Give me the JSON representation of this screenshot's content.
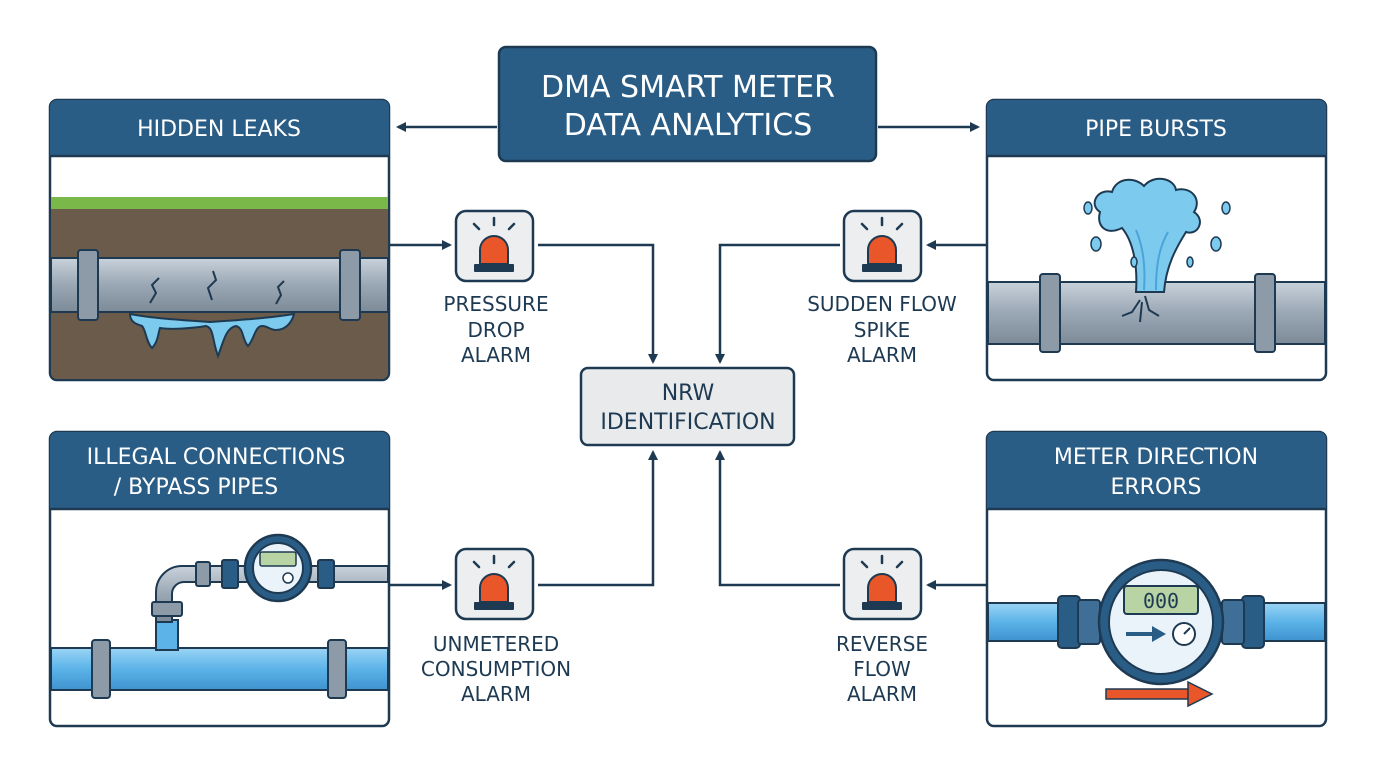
{
  "title": [
    "DMA SMART METER",
    "DATA ANALYTICS"
  ],
  "center_node": [
    "NRW",
    "IDENTIFICATION"
  ],
  "panels": {
    "hidden_leaks": [
      "HIDDEN LEAKS"
    ],
    "pipe_bursts": [
      "PIPE BURSTS"
    ],
    "illegal_connections": [
      "ILLEGAL CONNECTIONS",
      "/ BYPASS PIPES"
    ],
    "meter_direction": [
      "METER DIRECTION",
      "ERRORS"
    ]
  },
  "alarms": {
    "pressure_drop": [
      "PRESSURE",
      "DROP",
      "ALARM"
    ],
    "flow_spike": [
      "SUDDEN FLOW",
      "SPIKE",
      "ALARM"
    ],
    "unmetered": [
      "UNMETERED",
      "CONSUMPTION",
      "ALARM"
    ],
    "reverse_flow": [
      "REVERSE",
      "FLOW",
      "ALARM"
    ]
  },
  "meter_display": "000",
  "colors": {
    "navy": "#2a5d86",
    "outline": "#1e3a52",
    "water": "#5bb3e8",
    "alarm_red": "#e8562a",
    "soil": "#6b5b4b",
    "grass": "#7bb84a",
    "grey_pipe": "#9aa7b4"
  }
}
